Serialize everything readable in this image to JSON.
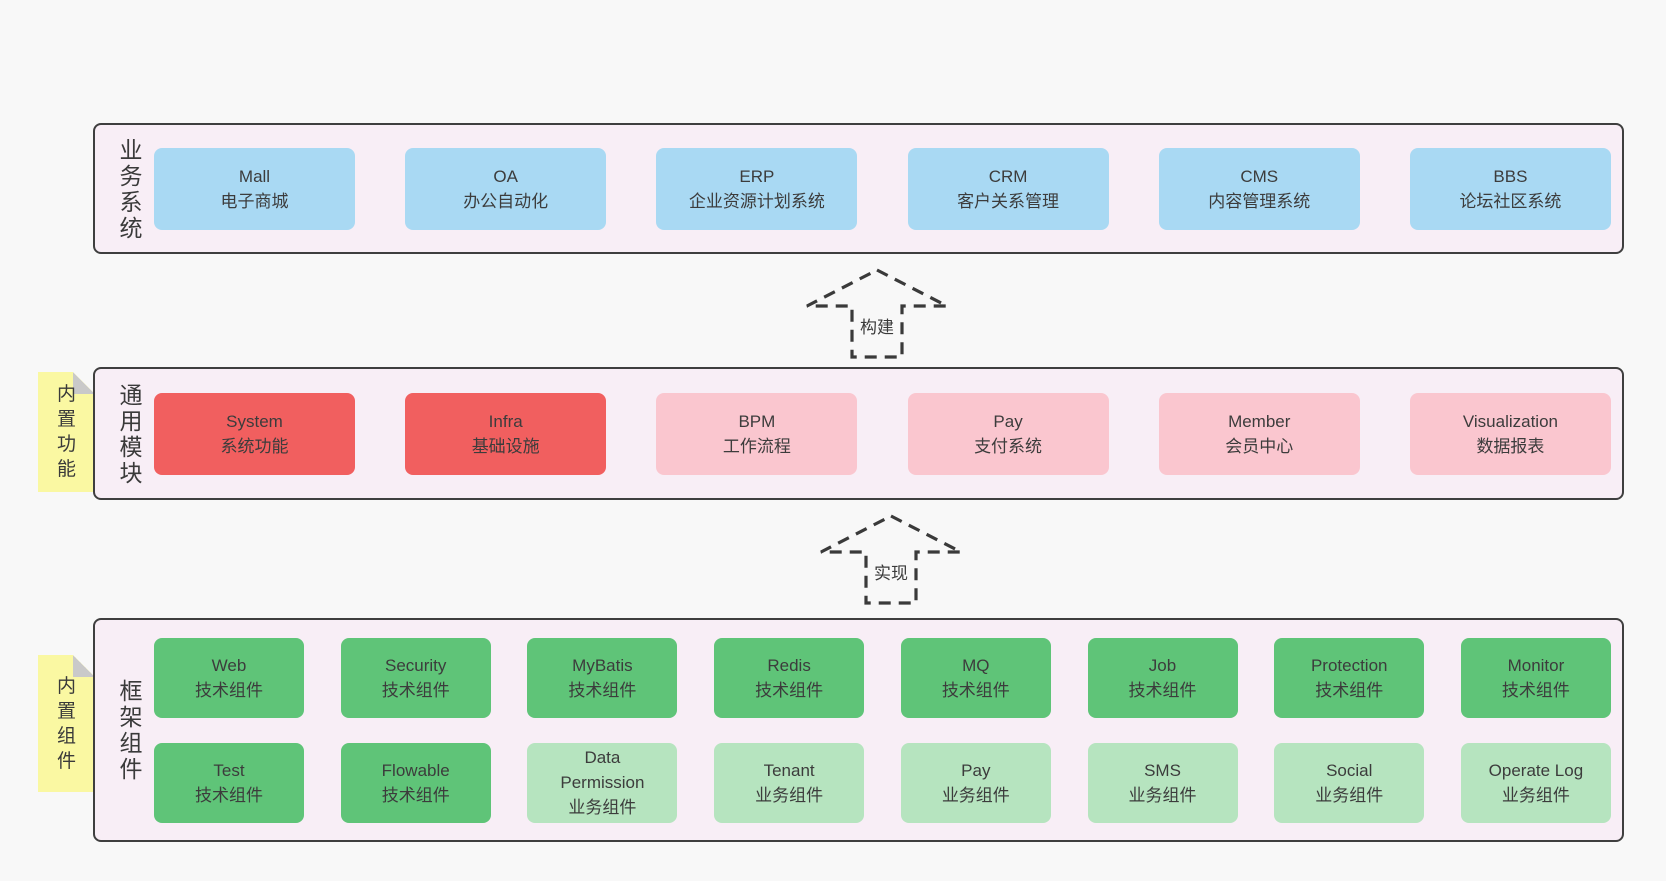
{
  "diagram": {
    "colors": {
      "page_bg": "#f8f8f8",
      "layer_bg": "#f8eef6",
      "note_bg": "#faf8a2",
      "blue": "#a9d9f3",
      "red": "#f15f5f",
      "pink": "#fac6cf",
      "green": "#5fc478",
      "lightgreen": "#b6e4bf"
    },
    "arrows": [
      {
        "label": "构建"
      },
      {
        "label": "实现"
      }
    ],
    "layers": [
      {
        "label": "业务系统",
        "note": "",
        "rows": [
          [
            {
              "name": "Mall",
              "desc": "电子商城",
              "variant": "blue"
            },
            {
              "name": "OA",
              "desc": "办公自动化",
              "variant": "blue"
            },
            {
              "name": "ERP",
              "desc": "企业资源计划系统",
              "variant": "blue"
            },
            {
              "name": "CRM",
              "desc": "客户关系管理",
              "variant": "blue"
            },
            {
              "name": "CMS",
              "desc": "内容管理系统",
              "variant": "blue"
            },
            {
              "name": "BBS",
              "desc": "论坛社区系统",
              "variant": "blue"
            }
          ]
        ]
      },
      {
        "label": "通用模块",
        "note": "内置功能",
        "rows": [
          [
            {
              "name": "System",
              "desc": "系统功能",
              "variant": "red"
            },
            {
              "name": "Infra",
              "desc": "基础设施",
              "variant": "red"
            },
            {
              "name": "BPM",
              "desc": "工作流程",
              "variant": "pink"
            },
            {
              "name": "Pay",
              "desc": "支付系统",
              "variant": "pink"
            },
            {
              "name": "Member",
              "desc": "会员中心",
              "variant": "pink"
            },
            {
              "name": "Visualization",
              "desc": "数据报表",
              "variant": "pink"
            }
          ]
        ]
      },
      {
        "label": "框架组件",
        "note": "内置组件",
        "rows": [
          [
            {
              "name": "Web",
              "desc": "技术组件",
              "variant": "green"
            },
            {
              "name": "Security",
              "desc": "技术组件",
              "variant": "green"
            },
            {
              "name": "MyBatis",
              "desc": "技术组件",
              "variant": "green"
            },
            {
              "name": "Redis",
              "desc": "技术组件",
              "variant": "green"
            },
            {
              "name": "MQ",
              "desc": "技术组件",
              "variant": "green"
            },
            {
              "name": "Job",
              "desc": "技术组件",
              "variant": "green"
            },
            {
              "name": "Protection",
              "desc": "技术组件",
              "variant": "green"
            },
            {
              "name": "Monitor",
              "desc": "技术组件",
              "variant": "green"
            }
          ],
          [
            {
              "name": "Test",
              "desc": "技术组件",
              "variant": "green"
            },
            {
              "name": "Flowable",
              "desc": "技术组件",
              "variant": "green"
            },
            {
              "name": "Data\nPermission",
              "desc": "业务组件",
              "variant": "lightgreen"
            },
            {
              "name": "Tenant",
              "desc": "业务组件",
              "variant": "lightgreen"
            },
            {
              "name": "Pay",
              "desc": "业务组件",
              "variant": "lightgreen"
            },
            {
              "name": "SMS",
              "desc": "业务组件",
              "variant": "lightgreen"
            },
            {
              "name": "Social",
              "desc": "业务组件",
              "variant": "lightgreen"
            },
            {
              "name": "Operate Log",
              "desc": "业务组件",
              "variant": "lightgreen"
            }
          ]
        ]
      }
    ]
  }
}
